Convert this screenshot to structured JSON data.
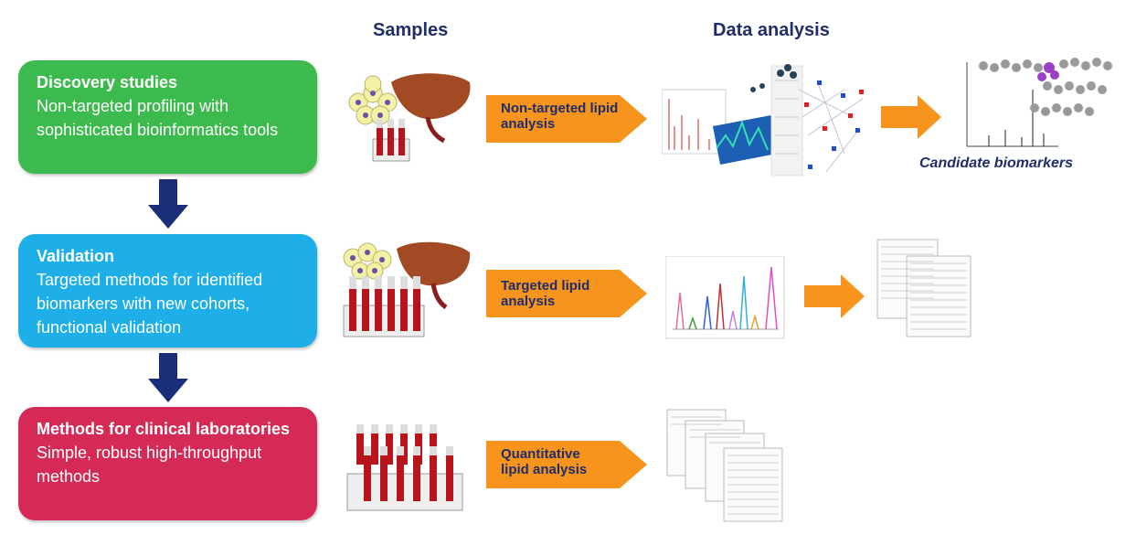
{
  "headers": {
    "samples": "Samples",
    "data_analysis": "Data analysis"
  },
  "stages": [
    {
      "title": "Discovery studies",
      "desc": "Non-targeted profiling with sophisticated bioinformatics tools",
      "color": "#3dba4e"
    },
    {
      "title": "Validation",
      "desc": "Targeted methods for identified biomarkers with new cohorts, functional validation",
      "color": "#1eaee8"
    },
    {
      "title": "Methods for clinical laboratories",
      "desc": "Simple, robust high-throughput methods",
      "color": "#d62a56"
    }
  ],
  "analyses": [
    {
      "label": "Non-targeted lipid analysis"
    },
    {
      "label": "Targeted lipid analysis"
    },
    {
      "label": "Quantitative lipid analysis"
    }
  ],
  "outputs": {
    "candidate_biomarkers": "Candidate biomarkers"
  },
  "colors": {
    "arrow_orange": "#f7941d",
    "arrow_navy": "#1b2e7a",
    "text_navy": "#1f2d6b"
  }
}
